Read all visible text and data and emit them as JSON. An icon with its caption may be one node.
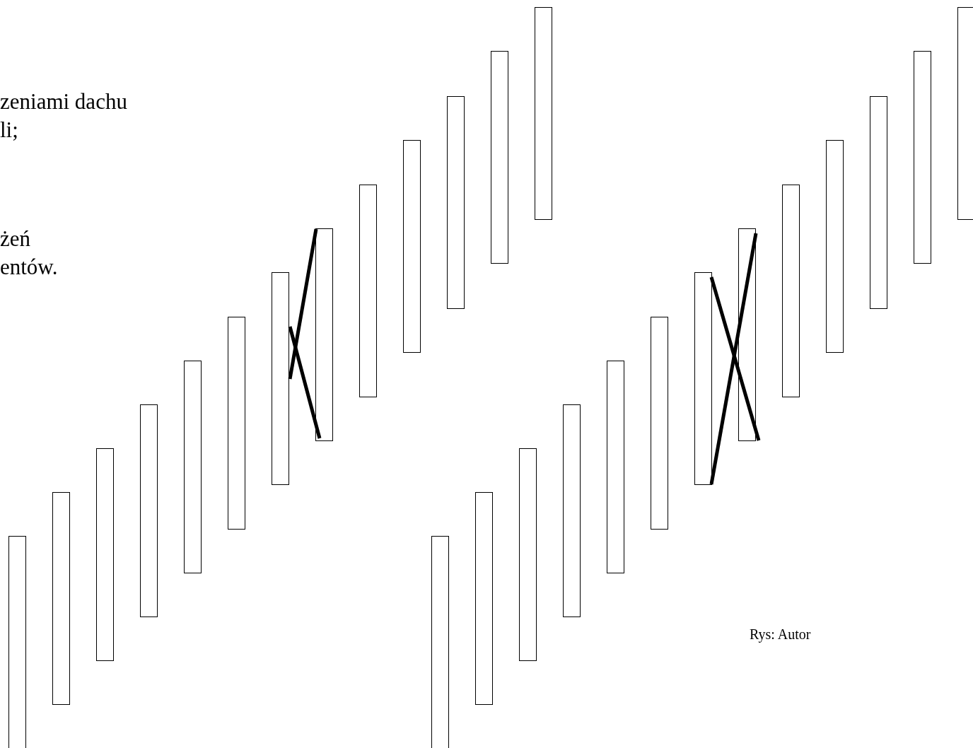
{
  "diagram": {
    "labels": [
      "zeniami dachu",
      "li;",
      "żeń",
      "entów.",
      "Rys: Autor"
    ]
  }
}
